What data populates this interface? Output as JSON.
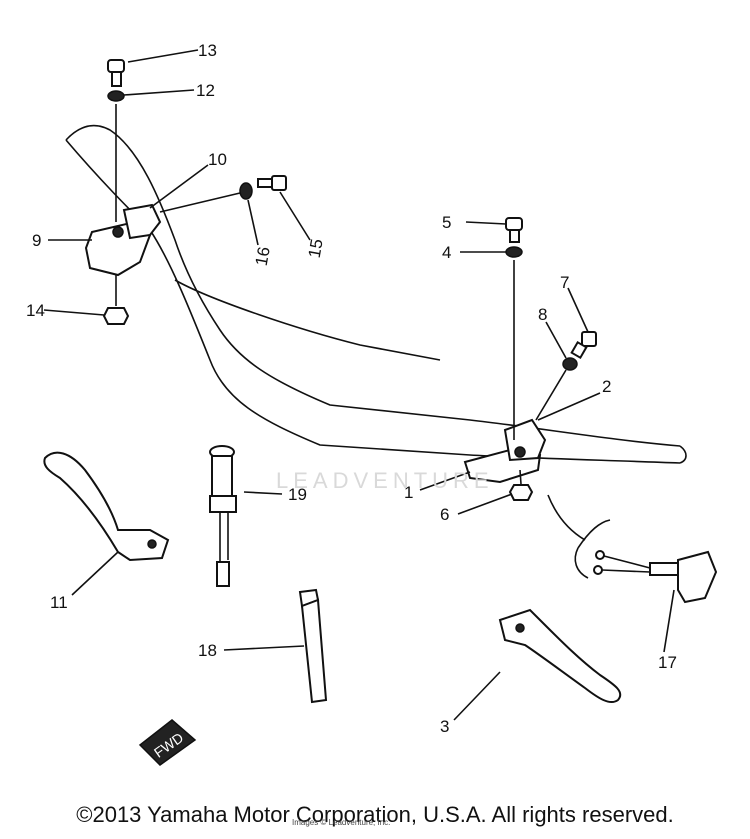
{
  "labels": {
    "p1": "1",
    "p2": "2",
    "p3": "3",
    "p4": "4",
    "p5": "5",
    "p6": "6",
    "p7": "7",
    "p8": "8",
    "p9": "9",
    "p10": "10",
    "p11": "11",
    "p12": "12",
    "p13": "13",
    "p14": "14",
    "p15": "15",
    "p16": "16",
    "p17": "17",
    "p18": "18",
    "p19": "19"
  },
  "fwd_text": "FWD",
  "copyright": "©2013 Yamaha Motor Corporation, U.S.A. All rights reserved.",
  "watermark": "LEADVENTURE",
  "small_print": "Images © Leadventure, Inc."
}
